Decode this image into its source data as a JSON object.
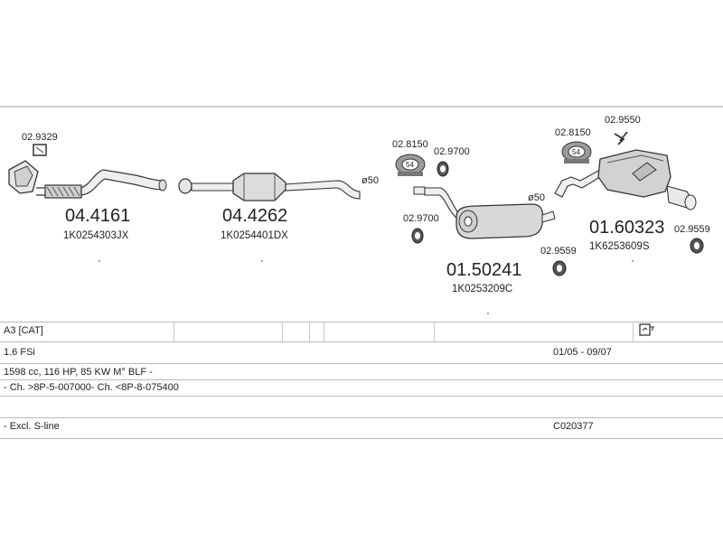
{
  "parts": {
    "p1": {
      "number": "04.4161",
      "oem": "1K0254303JX"
    },
    "p2": {
      "number": "04.4262",
      "oem": "1K0254401DX"
    },
    "p3": {
      "number": "01.50241",
      "oem": "1K0253209C"
    },
    "p4": {
      "number": "01.60323",
      "oem": "1K6253609S"
    }
  },
  "accessories": {
    "a1": "02.9329",
    "a2": "02.8150",
    "a3": "02.9700",
    "a4": "02.9700",
    "a5": "02.8150",
    "a6": "02.9550",
    "a7": "02.9559",
    "a8": "02.9559"
  },
  "ring_code": "54",
  "diameters": {
    "d1": "ø50",
    "d2": "ø50"
  },
  "table": {
    "model": "A3  [CAT]",
    "engine": "1.6 FSi",
    "period": "01/05 - 09/07",
    "specs": "1598 cc, 116 HP, 85 KW M° BLF -",
    "chassis": "- Ch. >8P-5-007000- Ch. <8P-8-075400",
    "note": "- Excl. S-line",
    "code": "C020377"
  }
}
